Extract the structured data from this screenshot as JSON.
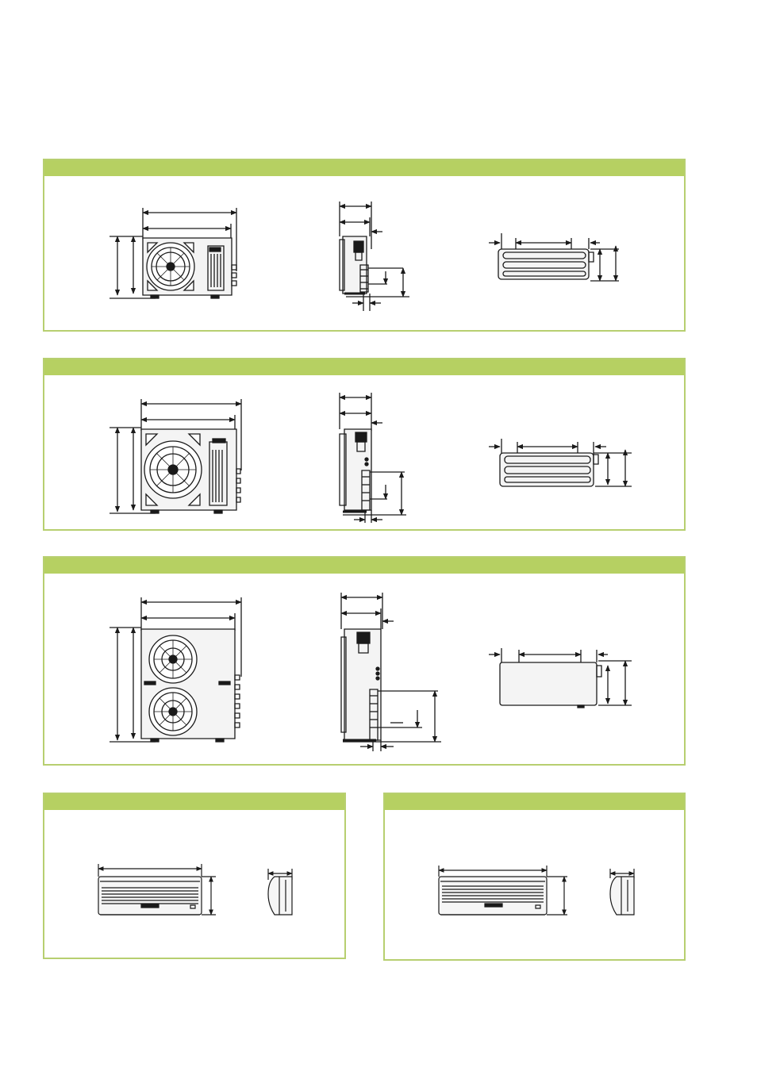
{
  "theme": {
    "accent": "#b6d062",
    "panel_border": "#b7cf70",
    "line": "#1a1a1a",
    "fill_light": "#eeeeee"
  },
  "panels": [
    {
      "id": "outdoor-unit-small",
      "title": ""
    },
    {
      "id": "outdoor-unit-medium",
      "title": ""
    },
    {
      "id": "outdoor-unit-large",
      "title": ""
    },
    {
      "id": "indoor-unit-a",
      "title": ""
    },
    {
      "id": "indoor-unit-b",
      "title": ""
    }
  ],
  "icons": {
    "dimension_arrow": "arrow-icon",
    "fan": "fan-icon"
  }
}
